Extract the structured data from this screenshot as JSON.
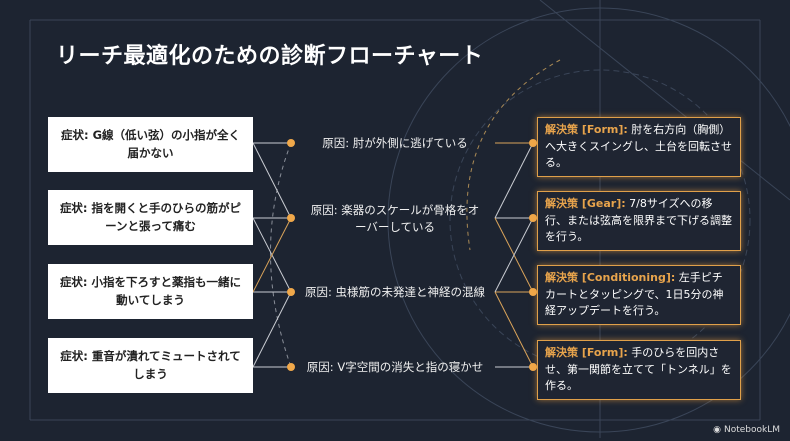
{
  "title": "リーチ最適化のための診断フローチャート",
  "symptoms": [
    "症状: G線（低い弦）の小指が全く届かない",
    "症状: 指を開くと手のひらの筋がピーンと張って痛む",
    "症状: 小指を下ろすと薬指も一緒に動いてしまう",
    "症状: 重音が潰れてミュートされてしまう"
  ],
  "causes": [
    "原因: 肘が外側に逃げている",
    "原因: 楽器のスケールが骨格をオーバーしている",
    "原因: 虫様筋の未発達と神経の混線",
    "原因: V字空間の消失と指の寝かせ"
  ],
  "solutions": [
    {
      "tag": "解決策 [Form]:",
      "text": " 肘を右方向（胸側）へ大きくスイングし、土台を回転させる。"
    },
    {
      "tag": "解決策 [Gear]:",
      "text": " 7/8サイズへの移行、または弦高を限界まで下げる調整を行う。"
    },
    {
      "tag": "解決策 [Conditioning]:",
      "text": " 左手ピチカートとタッピングで、1日5分の神経アップデートを行う。"
    },
    {
      "tag": "解決策 [Form]:",
      "text": " 手のひらを回内させ、第一関節を立てて「トンネル」を作る。"
    }
  ],
  "logo": "NotebookLM",
  "colors": {
    "background": "#1d2431",
    "accent": "#e8a44c"
  }
}
